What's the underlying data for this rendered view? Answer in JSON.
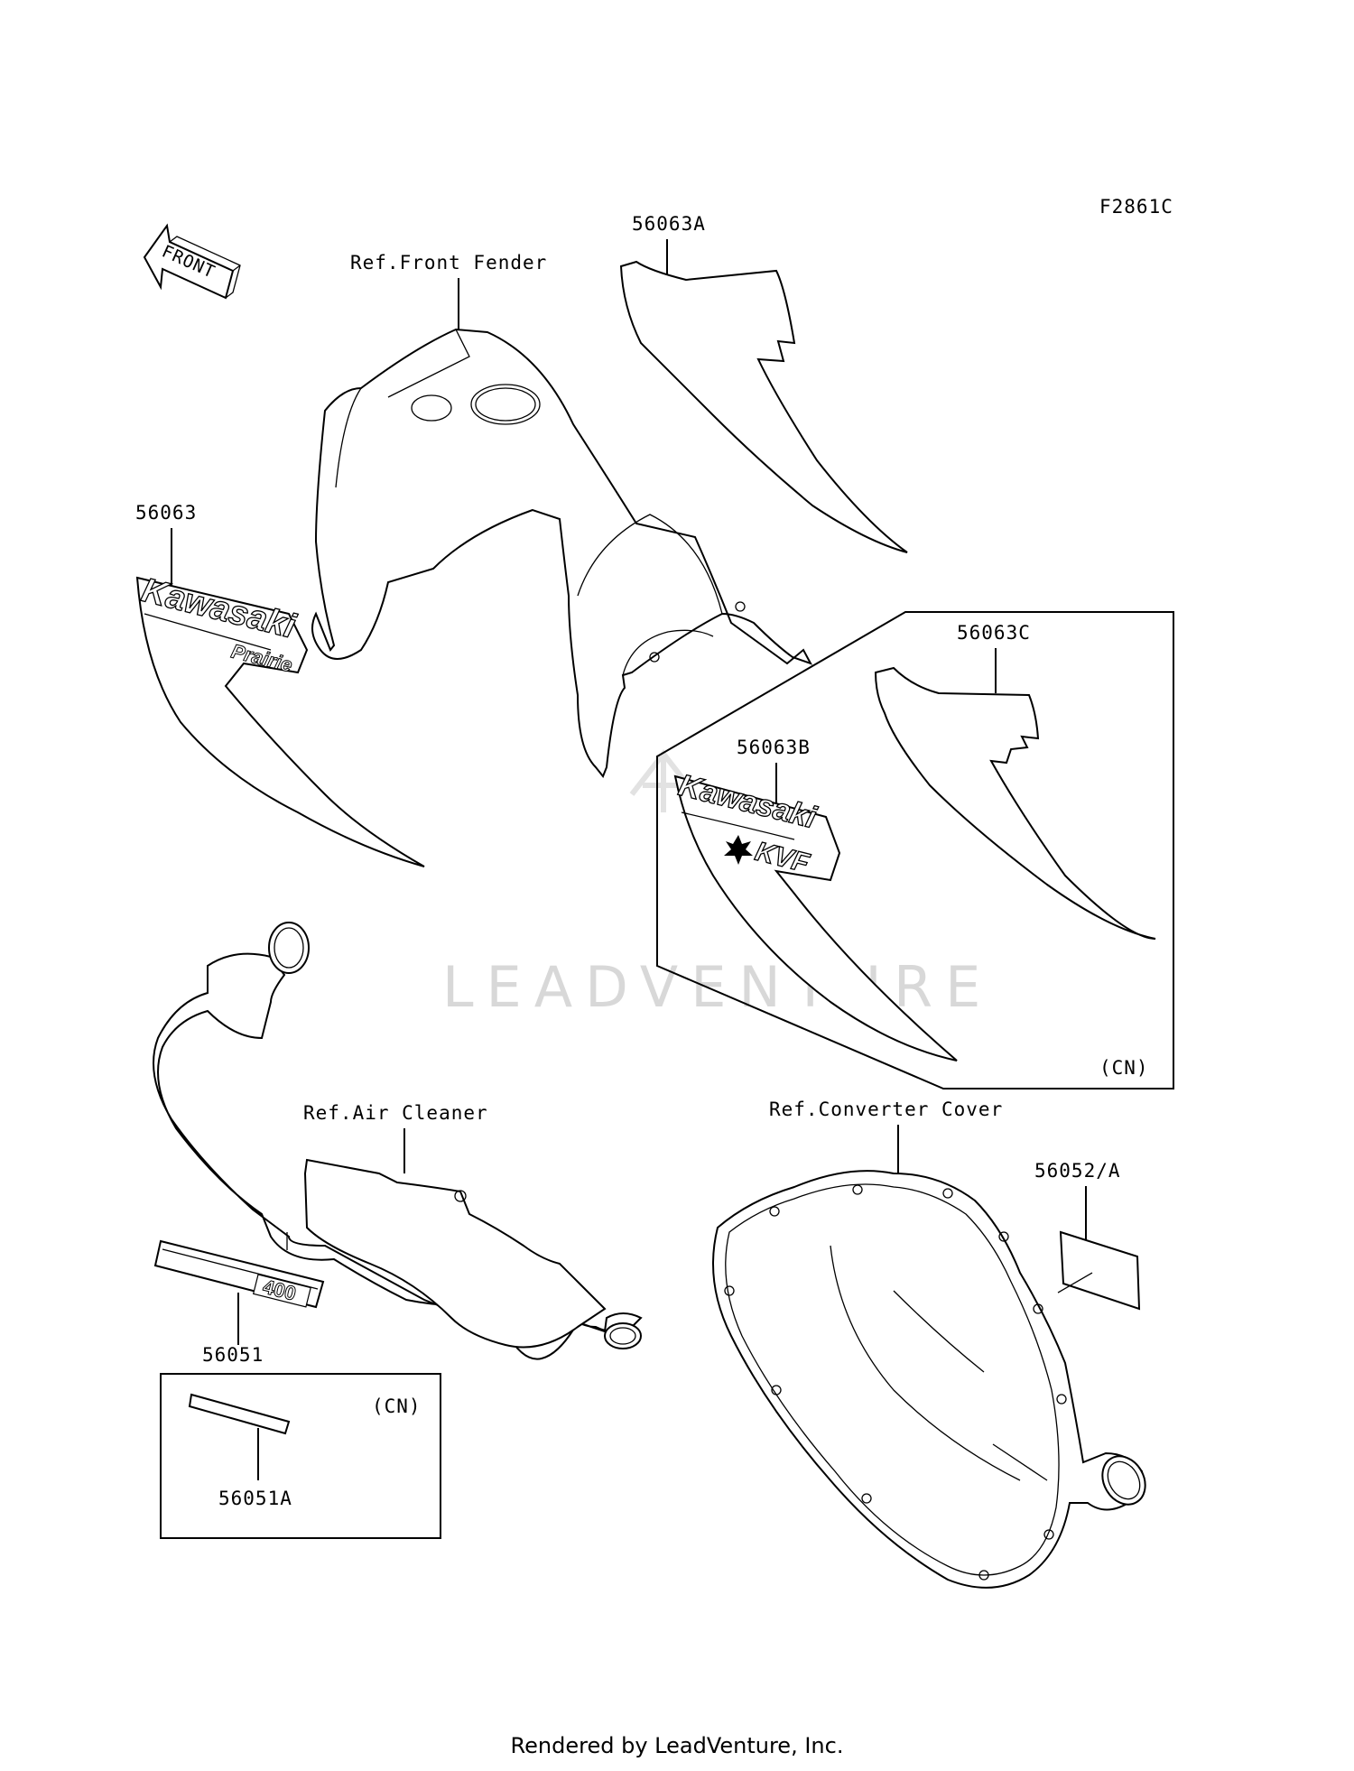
{
  "diagram_code": "F2861C",
  "front_arrow_label": "FRONT",
  "references": {
    "front_fender": "Ref.Front Fender",
    "air_cleaner": "Ref.Air Cleaner",
    "converter_cover": "Ref.Converter Cover"
  },
  "parts": {
    "p56063": "56063",
    "p56063A": "56063A",
    "p56063B": "56063B",
    "p56063C": "56063C",
    "p56051": "56051",
    "p56051A": "56051A",
    "p56052A": "56052/A"
  },
  "region_labels": {
    "cn_right": "(CN)",
    "cn_bottom": "(CN)"
  },
  "decal_text": {
    "brand": "Kawasaki",
    "model_prairie": "Prairie",
    "model_kvf": "KVF",
    "number_400": "400"
  },
  "watermark": "LEADVENTURE",
  "footer": "Rendered by LeadVenture, Inc."
}
